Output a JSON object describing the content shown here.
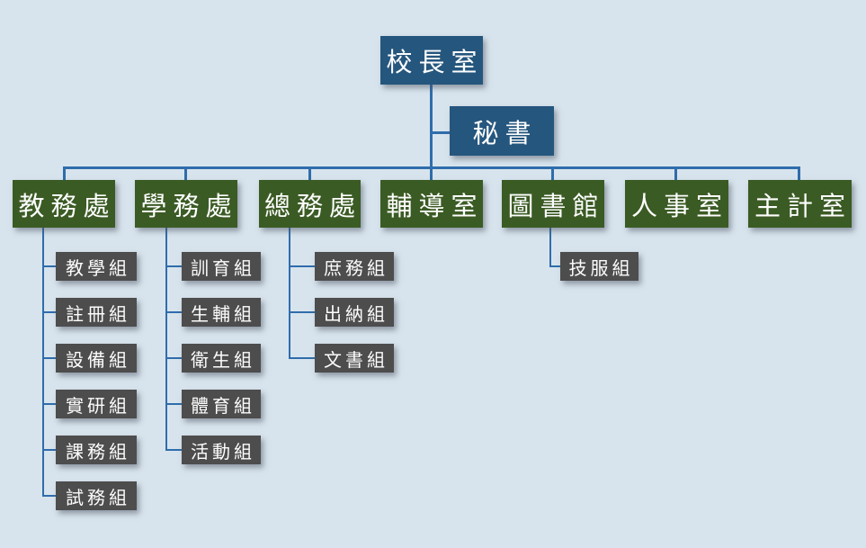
{
  "colors": {
    "background": "#d8e4ed",
    "navy": "#25567e",
    "green": "#3b5b24",
    "gray": "#4d4d4d",
    "line": "#2f6dac",
    "text": "#fdfdfd"
  },
  "org": {
    "root": {
      "label": "校長室"
    },
    "secretary": {
      "label": "秘書"
    },
    "departments": [
      {
        "label": "教務處",
        "children": [
          "教學組",
          "註冊組",
          "設備組",
          "實研組",
          "課務組",
          "試務組"
        ]
      },
      {
        "label": "學務處",
        "children": [
          "訓育組",
          "生輔組",
          "衛生組",
          "體育組",
          "活動組"
        ]
      },
      {
        "label": "總務處",
        "children": [
          "庶務組",
          "出納組",
          "文書組"
        ]
      },
      {
        "label": "輔導室",
        "children": []
      },
      {
        "label": "圖書館",
        "children": [
          "技服組"
        ]
      },
      {
        "label": "人事室",
        "children": []
      },
      {
        "label": "主計室",
        "children": []
      }
    ]
  }
}
